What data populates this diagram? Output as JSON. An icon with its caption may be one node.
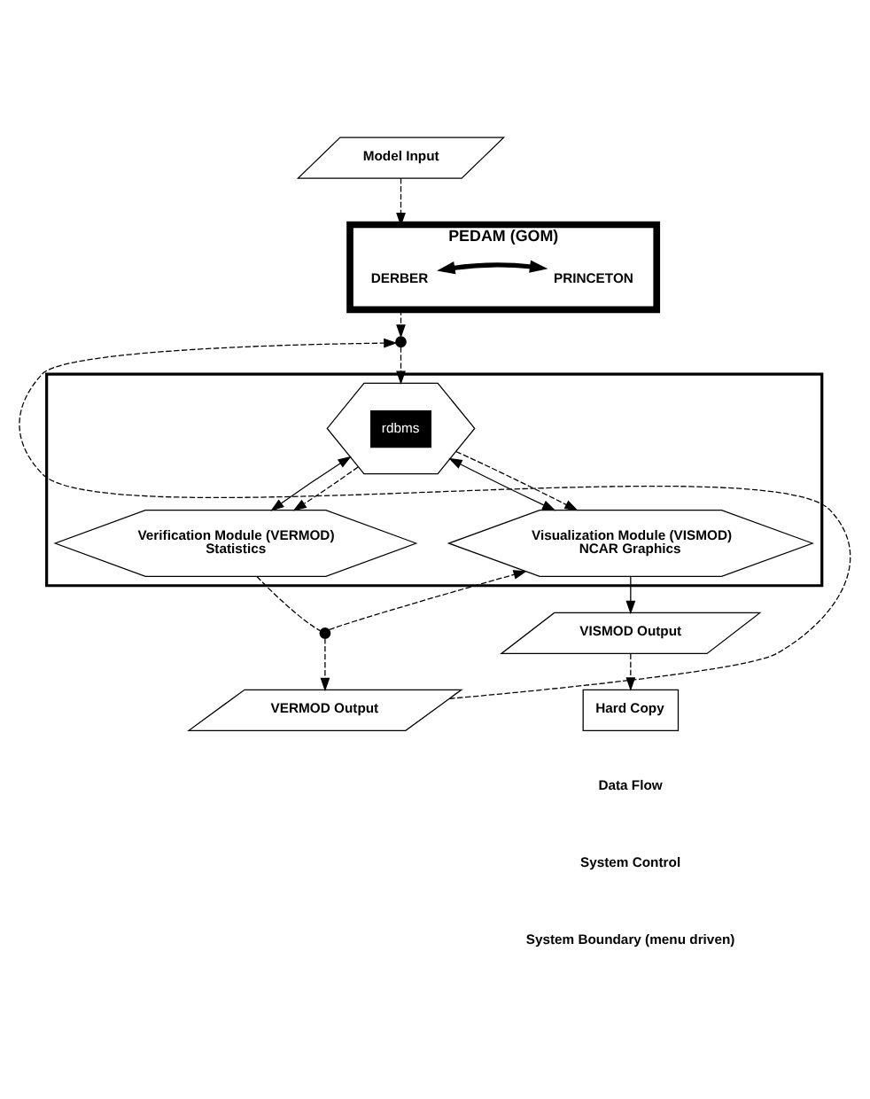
{
  "diagram": {
    "nodes": [
      {
        "text": [
          "Model Input"
        ]
      },
      {
        "text": [
          "PEDAM (GOM)"
        ]
      },
      {
        "text": [
          "DERBER"
        ],
        "in": 1
      },
      {
        "text": [
          "PRINCETON"
        ],
        "in": 1
      },
      {
        "text": [],
        "shape": "box"
      },
      {
        "text": [
          "rdbms"
        ],
        "in": 4
      },
      {
        "text": [
          "Verification Module (VERMOD)",
          "Statistics"
        ],
        "in": 4
      },
      {
        "text": [
          "Visualization Module (VISMOD)",
          "NCAR Graphics"
        ],
        "in": 4
      },
      {
        "text": [
          "VISMOD Output"
        ]
      },
      {
        "text": [
          "VERMOD Output"
        ]
      },
      {
        "text": [
          "Hard Copy"
        ]
      },
      {
        "text": [],
        "shape": "circle"
      },
      {
        "text": [],
        "shape": "circle"
      }
    ],
    "edges": [
      {
        "from": 0,
        "to": 1,
        "arrow": "to",
        "style": "dashed"
      },
      {
        "from": 2,
        "to": 3,
        "arrow": "both",
        "style": "thick"
      },
      {
        "from": 1,
        "to": 11,
        "arrow": "to",
        "style": "dashed"
      },
      {
        "from": 9,
        "to": 11,
        "arrow": "to",
        "style": "dashed"
      },
      {
        "from": 11,
        "to": 5,
        "arrow": "to",
        "style": "dashed"
      },
      {
        "from": 5,
        "to": 7,
        "arrow": "both"
      },
      {
        "from": 5,
        "to": 7,
        "arrow": "to",
        "style": "dashed"
      },
      {
        "from": 5,
        "to": 6,
        "arrow": "both"
      },
      {
        "from": 5,
        "to": 6,
        "arrow": "to",
        "style": "dashed"
      },
      {
        "from": 6,
        "to": 12,
        "arrow": "none",
        "style": "dashed"
      },
      {
        "from": 12,
        "to": 9,
        "arrow": "to",
        "style": "dashed"
      },
      {
        "from": 12,
        "to": 7,
        "arrow": "to",
        "style": "dashed"
      },
      {
        "from": 7,
        "to": 8,
        "arrow": "to"
      },
      {
        "from": 8,
        "to": 10,
        "arrow": "to",
        "style": "dashed"
      }
    ],
    "legend": [
      {
        "text": "Data Flow"
      },
      {
        "text": "System Control"
      },
      {
        "text": "System Boundary (menu driven)"
      }
    ]
  }
}
